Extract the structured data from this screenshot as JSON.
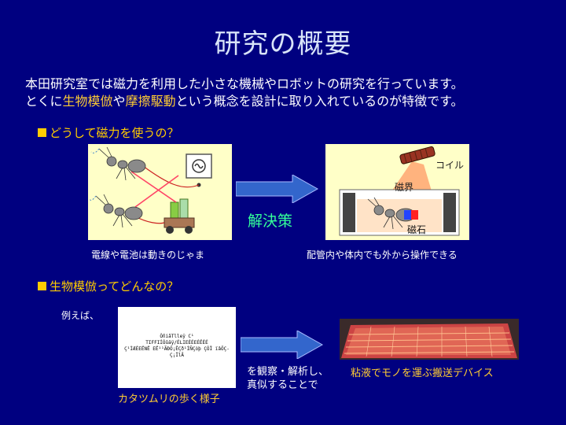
{
  "title": "研究の概要",
  "intro": {
    "line1": "本田研究室では磁力を利用した小さな機械やロボットの研究を行っています。",
    "line2_a": "とくに",
    "line2_hl1": "生物模倣",
    "line2_b": "や",
    "line2_hl2": "摩擦駆動",
    "line2_c": "という概念を設計に取り入れているのが特徴です。"
  },
  "section1": {
    "heading": "どうして磁力を使うの？",
    "left_caption": "電線や電池は動きのじゃま",
    "solution_label": "解決策",
    "right_caption": "配管内や体内でも外から操作できる",
    "coil_label": "コイル",
    "field_label": "磁界",
    "magnet_label": "磁石"
  },
  "section2": {
    "heading": "生物模倣ってどんなの？",
    "example_label": "例えば、",
    "snail_caption": "カタツムリの歩く様子",
    "middle_text_line1": "を観察・解析し、",
    "middle_text_line2": "真似することで",
    "device_caption": "粘液でモノを運ぶ搬送デバイス",
    "snail_image_text": [
      "ÒñiãTlleÿ C¹",
      "TIFFIÍÓûäÿ/ÉLIEÉÉEÉËÉÉ",
      "Ç¹ÌÆÉEËNË EË¹¹ÃÐÓ¡ÊÇð¹ÌÑÇòþ ÇÓÎ ïâÖÇ-Ç¡ÎlÃ"
    ]
  },
  "colors": {
    "background": "#000080",
    "highlight": "#ffcc33",
    "solution": "#33ff99",
    "panel": "#ffffc8",
    "arrow": "#3366cc"
  }
}
